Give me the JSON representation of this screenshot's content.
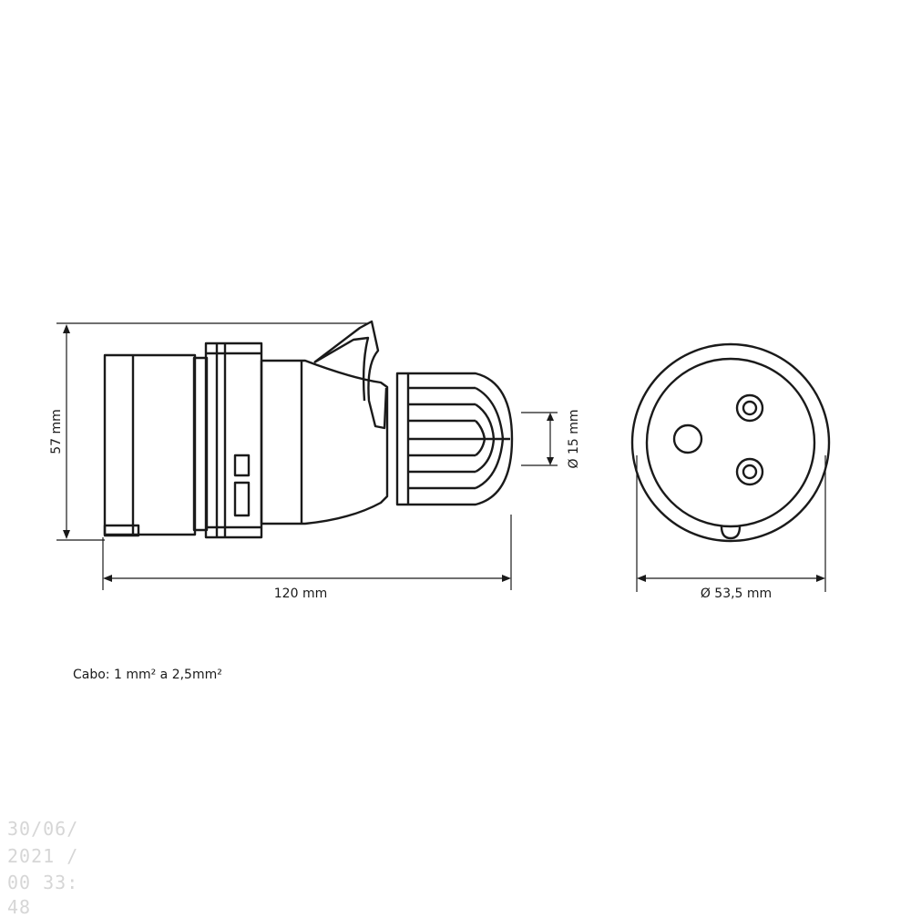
{
  "dimensions": {
    "height": "57 mm",
    "length": "120 mm",
    "cable_diameter": "Ø 15 mm",
    "face_diameter": "Ø 53,5 mm"
  },
  "caption": "Cabo: 1 mm² a 2,5mm²",
  "watermark_lines": [
    "30/06/",
    "2021 /",
    "00 33:",
    "48"
  ],
  "colors": {
    "line": "#1a1a1a",
    "watermark": "#d6d6d6",
    "background": "#ffffff"
  }
}
